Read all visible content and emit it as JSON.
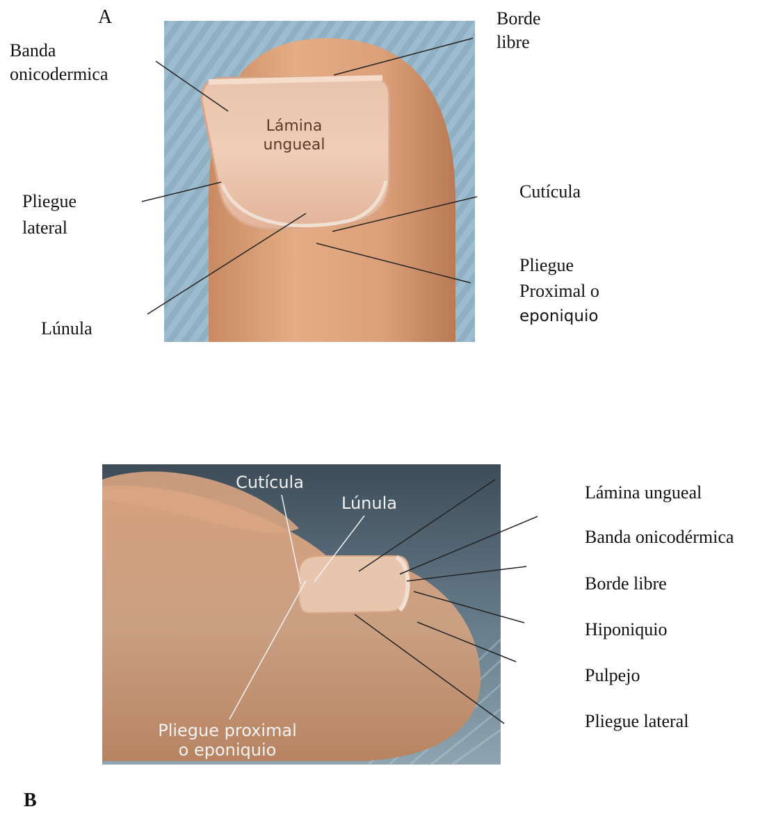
{
  "panel_a": {
    "letter": "A",
    "photo_label_line1": "Lámina",
    "photo_label_line2": "ungueal",
    "labels": {
      "banda_line1": "Banda",
      "banda_line2": "onicodermica",
      "borde_line1": "Borde",
      "borde_line2": "libre",
      "pliegue_lat_line1": "Pliegue",
      "pliegue_lat_line2": "lateral",
      "cuticula": "Cutícula",
      "pliegue_prox_line1": "Pliegue",
      "pliegue_prox_line2": "Proximal o",
      "pliegue_prox_line3": "eponiquio",
      "lunula": "Lúnula"
    }
  },
  "panel_b": {
    "letter": "B",
    "photo_labels": {
      "cuticula": "Cutícula",
      "lunula": "Lúnula",
      "pliegue_line1": "Pliegue proximal",
      "pliegue_line2": "o eponiquio"
    },
    "labels": [
      "Lámina ungueal",
      "Banda onicodérmica",
      "Borde libre",
      "Hiponiquio",
      "Pulpejo",
      "Pliegue lateral"
    ]
  },
  "colors": {
    "background_blue": "#7fa3b8",
    "skin": "#d9a27a",
    "nail": "#e2b9a0",
    "dark_bg": "#4a5a68"
  }
}
